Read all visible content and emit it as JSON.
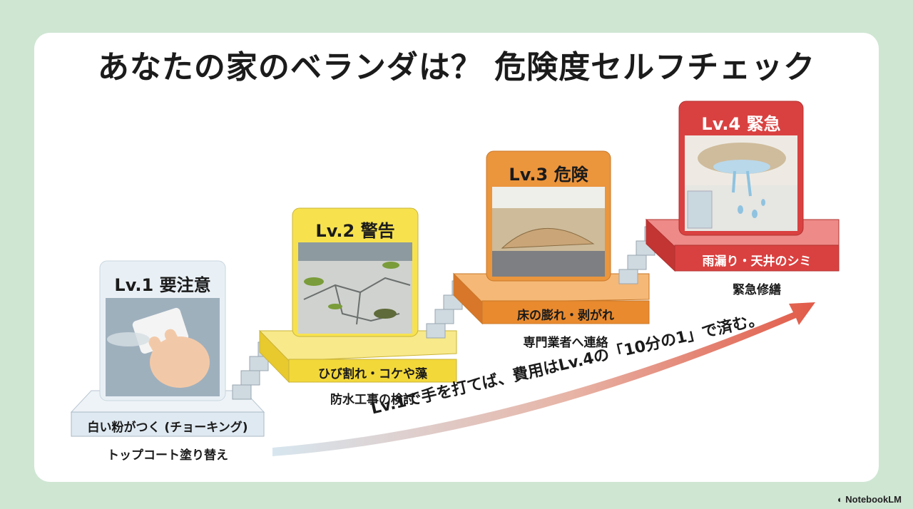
{
  "title": "あなたの家のベランダは？ 危険度セルフチェック",
  "levels": [
    {
      "label": "Lv.1 要注意",
      "symptom": "白い粉がつく (チョーキング)",
      "action": "トップコート塗り替え",
      "color": "#dfe9f1"
    },
    {
      "label": "Lv.2 警告",
      "symptom": "ひび割れ・コケや藻",
      "action": "防水工事の検討",
      "color": "#f3d83a"
    },
    {
      "label": "Lv.3 危険",
      "symptom": "床の膨れ・剥がれ",
      "action": "専門業者へ連絡",
      "color": "#e98a2e"
    },
    {
      "label": "Lv.4 緊急",
      "symptom": "雨漏り・天井のシミ",
      "action": "緊急修繕",
      "color": "#d94140"
    }
  ],
  "arrow_text": "Lv.1で手を打てば、費用はLv.4の「10分の1」で済む。",
  "brand": "NotebookLM"
}
